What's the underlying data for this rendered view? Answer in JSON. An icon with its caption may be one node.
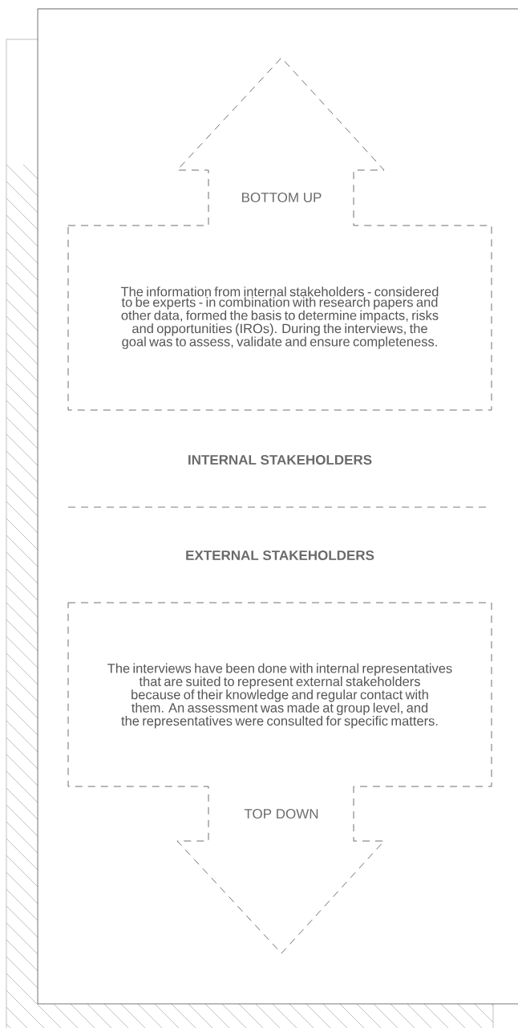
{
  "diagram": {
    "nodes": [
      {
        "text": [
          "BOTTOM UP",
          "The information from internal stakeholders - considered to be experts - in combination with research papers and other data, formed the basis to determine impacts, risks and opportunities (IROs). During the interviews, the goal was to assess, validate and ensure completeness.",
          "INTERNAL STAKEHOLDERS"
        ]
      },
      {
        "text": [
          "EXTERNAL STAKEHOLDERS",
          "The interviews have been done with internal representatives that are suited to represent external stakeholders because of their knowledge and regular contact with them. An assessment was made at group level, and the representatives were consulted for specific matters.",
          "TOP DOWN"
        ]
      }
    ]
  }
}
